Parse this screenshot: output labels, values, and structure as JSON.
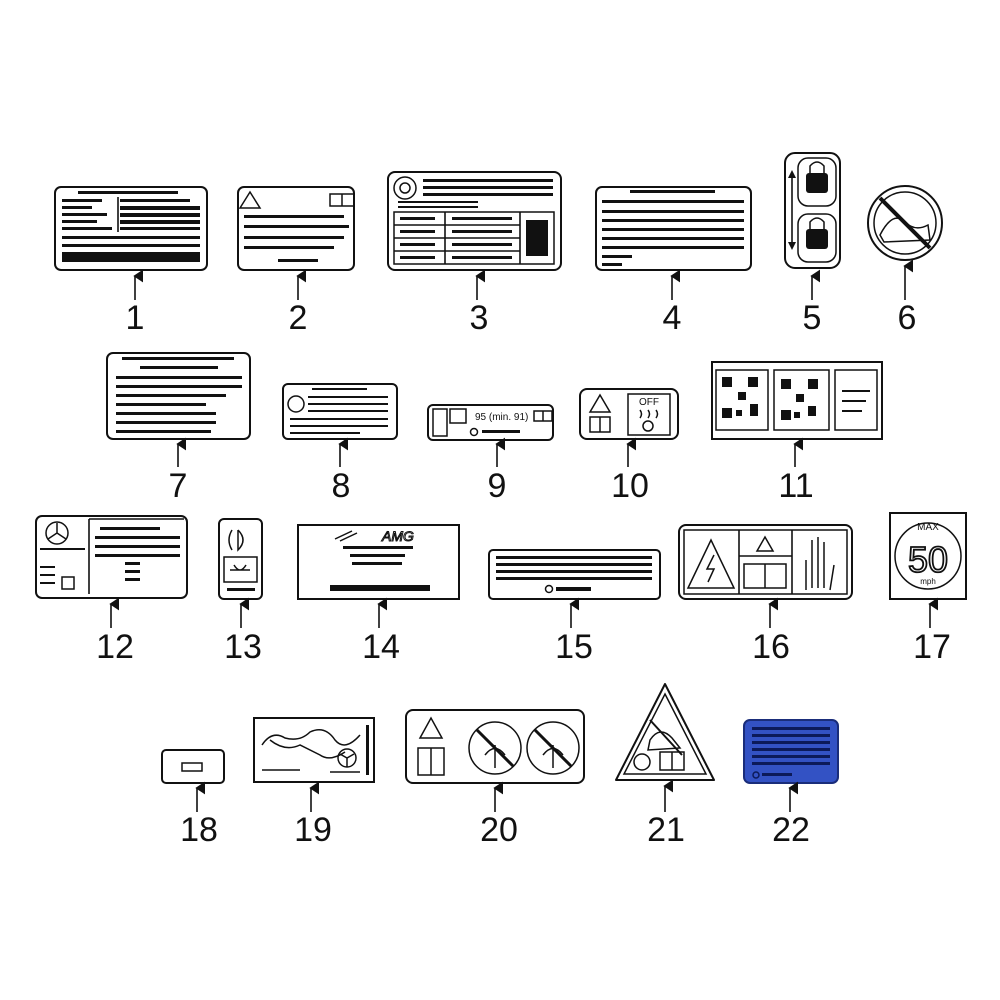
{
  "callouts": [
    "1",
    "2",
    "3",
    "4",
    "5",
    "6",
    "7",
    "8",
    "9",
    "10",
    "11",
    "12",
    "13",
    "14",
    "15",
    "16",
    "17",
    "18",
    "19",
    "20",
    "21",
    "22"
  ],
  "label9_text": "95 (min. 91)",
  "label10_off": "OFF",
  "label17": {
    "max": "MAX",
    "speed": "50",
    "unit": "mph"
  },
  "label14_text": "AMG",
  "colors": {
    "line": "#111111",
    "label22": "#3352c4"
  }
}
